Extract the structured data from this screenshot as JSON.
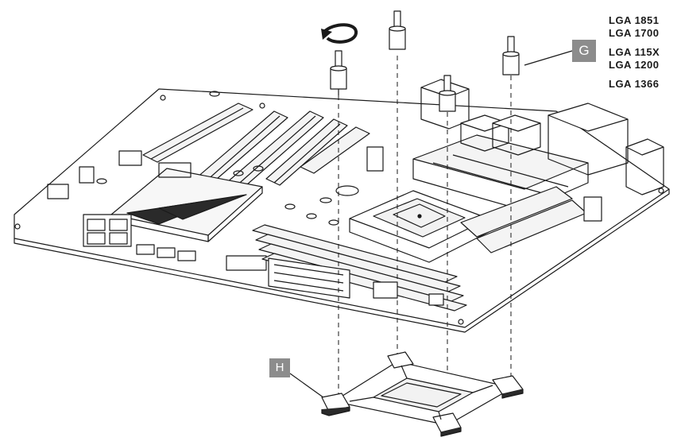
{
  "socket_labels": {
    "line1": "LGA 1851",
    "line2": "LGA 1700",
    "line3": "LGA 115X",
    "line4": "LGA 1200",
    "line5": "LGA 1366"
  },
  "callouts": {
    "standoff": "G",
    "backplate": "H"
  },
  "colors": {
    "line": "#1a1a1a",
    "callout_bg": "#8c8c8c",
    "board_fill": "#ffffff"
  }
}
